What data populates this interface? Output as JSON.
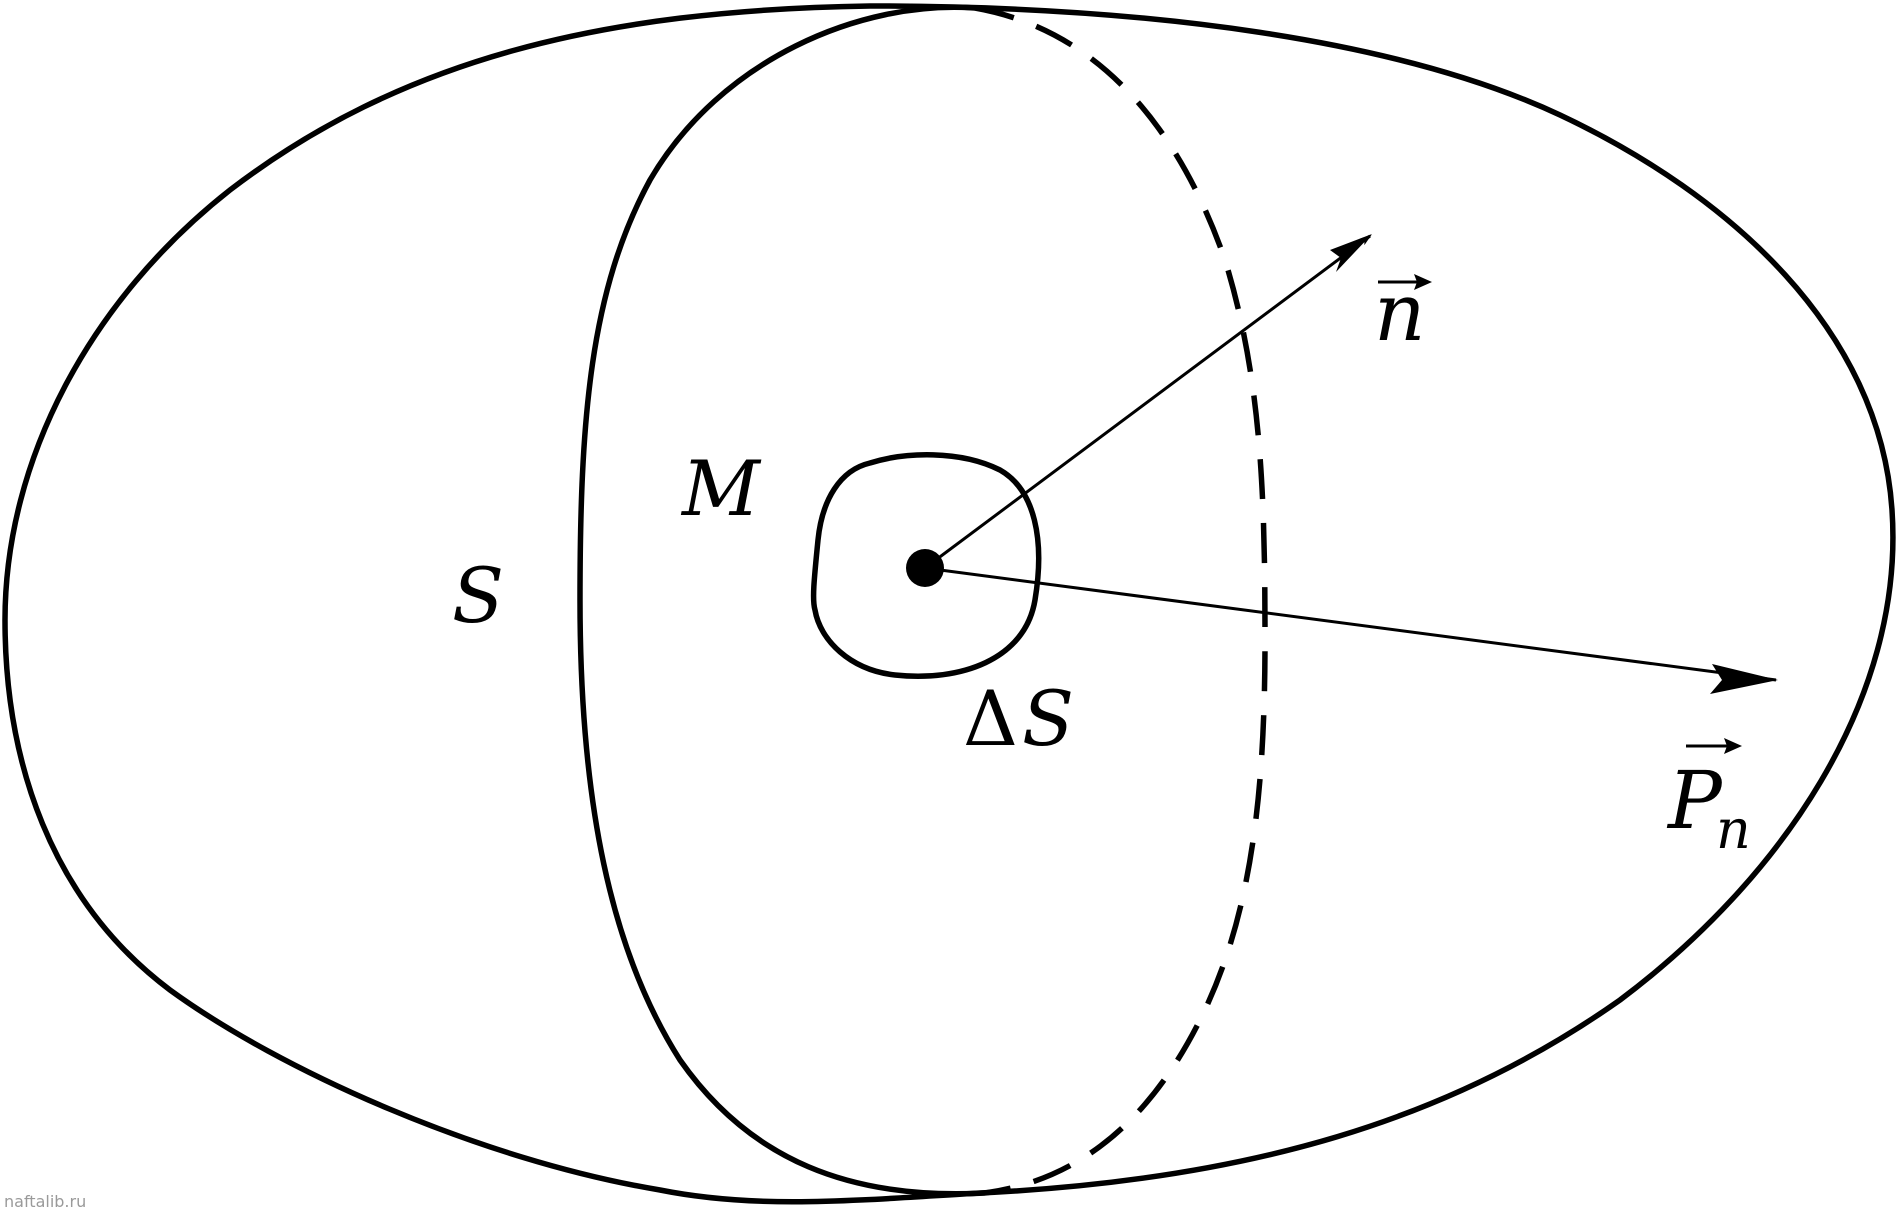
{
  "labels": {
    "surface": "S",
    "point": "M",
    "area_delta": "Δ",
    "area_symbol": "S",
    "normal": "n",
    "stress_main": "P",
    "stress_sub": "n"
  },
  "watermark": "naftalib.ru",
  "colors": {
    "ink": "#000000",
    "background": "#ffffff",
    "watermark": "#9a9a9a"
  }
}
